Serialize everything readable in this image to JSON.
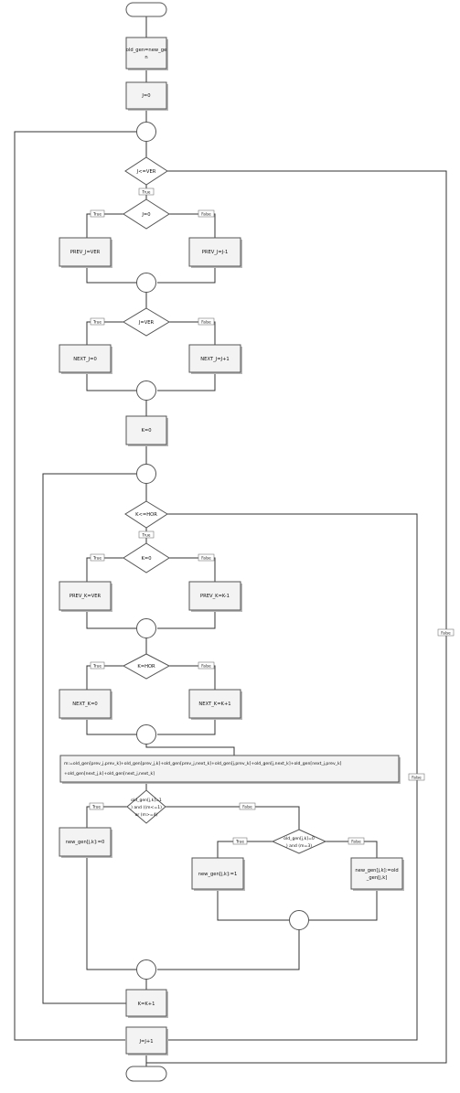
{
  "labels": {
    "old_gen_assign": [
      "old_gen=new_ge",
      "n"
    ],
    "j_init": "J=0",
    "j_loop_cond": "J<=VER",
    "j_eq_0": "J=0",
    "prev_j_ver": "PREV_J=VER",
    "prev_j_dec": "PREV_J=J-1",
    "j_eq_ver": "J=VER",
    "next_j_0": "NEXT_J=0",
    "next_j_inc": "NEXT_J=J+1",
    "k_init": "K=0",
    "k_loop_cond": "K<=HOR",
    "k_eq_0": "K=0",
    "prev_k_ver": "PREV_K=VER",
    "prev_k_dec": "PREV_K=K-1",
    "k_eq_hor": "K=HOR",
    "next_k_0": "NEXT_K=0",
    "next_k_inc": "NEXT_K=K+1",
    "m_calc": [
      "m:=old_gen[prev_j,prev_k]+old_gen[prev_j,k]+old_gen[prev_j,next_k]+old_gen[j,prev_k]+old_gen[j,next_k]+old_gen[next_j,prev_k]",
      "+old_gen[next_j,k]+old_gen[next_j,next_k]"
    ],
    "cond_die": [
      "old_gen[j,k]=1",
      ") and ((m<=1)",
      "or (m>=4)"
    ],
    "new_gen_zero": "new_gen[j,k]:=0",
    "cond_birth": [
      "old_gen[j,k]=0",
      ") and (m=3)"
    ],
    "new_gen_one": "new_gen[j,k]:=1",
    "new_gen_copy": [
      "new_gen[j,k]:=old",
      "_gen[j,k]"
    ],
    "k_inc": "K=K+1",
    "j_inc": "J=J+1",
    "true": "True",
    "false": "False"
  }
}
